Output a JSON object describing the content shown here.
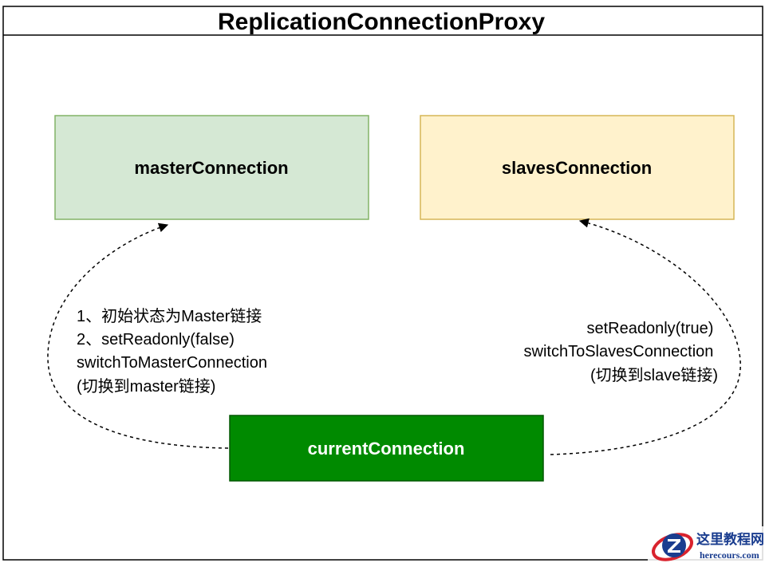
{
  "title": "ReplicationConnectionProxy",
  "nodes": {
    "master": {
      "label": "masterConnection"
    },
    "slaves": {
      "label": "slavesConnection"
    },
    "current": {
      "label": "currentConnection"
    }
  },
  "edges": {
    "to_master": {
      "annotation": [
        "1、初始状态为Master链接",
        "2、setReadonly(false)",
        "switchToMasterConnection",
        "(切换到master链接)"
      ]
    },
    "to_slaves": {
      "annotation": [
        "setReadonly(true)",
        "switchToSlavesConnection",
        "(切换到slave链接)"
      ]
    }
  },
  "watermark": {
    "name": "这里教程网",
    "url": "herecours.com",
    "logo_icon": "z-logo-icon"
  },
  "colors": {
    "frame_stroke": "#000000",
    "text": "#000000",
    "master_fill": "#d5e8d4",
    "master_stroke": "#82b366",
    "slaves_fill": "#fff2cc",
    "slaves_stroke": "#d6b656",
    "current_fill": "#008a00",
    "current_stroke": "#005700",
    "current_text": "#ffffff",
    "edge": "#000000",
    "watermark_blue": "#1a3d8f",
    "watermark_red": "#d9232e"
  }
}
